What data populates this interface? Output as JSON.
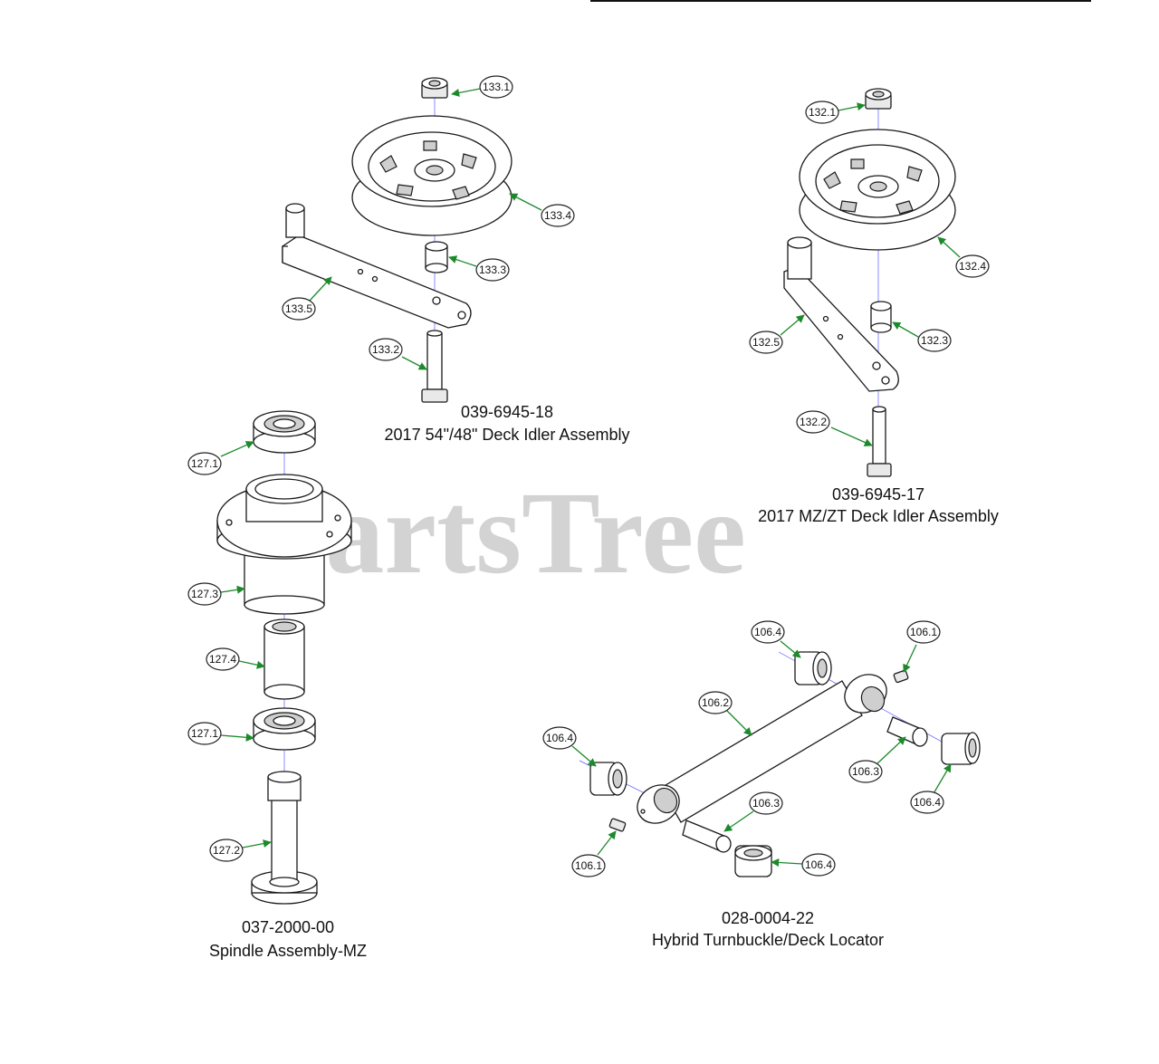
{
  "watermark": "PartsTree",
  "assemblies": [
    {
      "id": "a1",
      "part_number": "039-6945-18",
      "name": "2017 54\"/48\" Deck Idler Assembly"
    },
    {
      "id": "a2",
      "part_number": "039-6945-17",
      "name": "2017 MZ/ZT Deck Idler Assembly"
    },
    {
      "id": "a3",
      "part_number": "037-2000-00",
      "name": "Spindle Assembly-MZ"
    },
    {
      "id": "a4",
      "part_number": "028-0004-22",
      "name": "Hybrid Turnbuckle/Deck Locator"
    }
  ],
  "callouts": {
    "c133_1": "133.1",
    "c133_4": "133.4",
    "c133_3": "133.3",
    "c133_5": "133.5",
    "c133_2": "133.2",
    "c132_1": "132.1",
    "c132_4": "132.4",
    "c132_5": "132.5",
    "c132_3": "132.3",
    "c132_2": "132.2",
    "c127_1a": "127.1",
    "c127_3": "127.3",
    "c127_4": "127.4",
    "c127_1b": "127.1",
    "c127_2": "127.2",
    "c106_4a": "106.4",
    "c106_1a": "106.1",
    "c106_2": "106.2",
    "c106_4b": "106.4",
    "c106_3a": "106.3",
    "c106_4c": "106.4",
    "c106_3b": "106.3",
    "c106_1b": "106.1",
    "c106_4d": "106.4"
  },
  "colors": {
    "leader": "#1c8a2b",
    "axis": "#5a5aff",
    "watermark": "#d3d3d3"
  }
}
